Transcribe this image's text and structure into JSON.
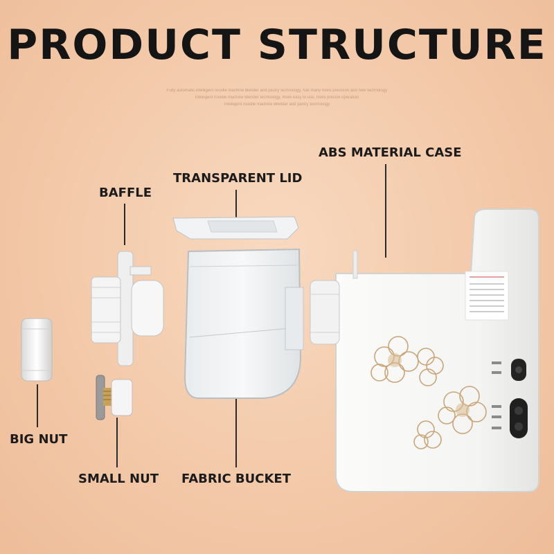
{
  "title": "PRODUCT STRUCTURE",
  "fine_print": [
    "Fully automatic intelligent noodle machine blender and pastry technology, has many more precision and new technology",
    "Intelligent noodle machine Blender technology, more easy to use, more precise operation",
    "Intelligent noodle machine Blender and pastry technology"
  ],
  "labels": {
    "abs_case": "ABS MATERIAL CASE",
    "transparent_lid": "TRANSPARENT LID",
    "baffle": "BAFFLE",
    "big_nut": "BIG NUT",
    "small_nut": "SMALL NUT",
    "fabric_bucket": "FABRIC BUCKET"
  },
  "colors": {
    "background": "#f3c9a9",
    "text": "#1b1b1b",
    "case_white": "#f7f7f5"
  }
}
